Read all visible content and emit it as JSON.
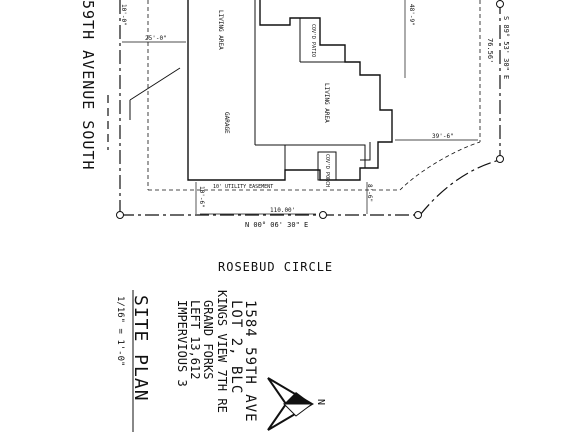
{
  "street_west": "59TH AVENUE SOUTH",
  "street_south": "ROSEBUD CIRCLE",
  "rooms": {
    "living_area_top": "LIVING AREA",
    "living_area_main": "LIVING AREA",
    "garage": "GARAGE",
    "covered_patio": "COV'D PATIO",
    "covered_porch": "COV'D PORCH"
  },
  "dimensions": {
    "top_left": "10'-0\"",
    "setback_left": "25'-0\"",
    "setback_top": "48'-9\"",
    "east_setback": "39'-6\"",
    "utility_easement": "10' UTILITY EASEMENT",
    "easement_depth": "10'-6\"",
    "bottom_length": "110.00'",
    "porch_depth": "8'-6\"",
    "east_bearing": "S 89° 53' 30\" E",
    "east_length": "76.56'",
    "south_bearing": "N 00° 06' 30\" E"
  },
  "title_block": {
    "title": "SITE PLAN",
    "scale": "1/16\" = 1'-0\"",
    "lines": [
      "1584 59TH AVE",
      "LOT 2, BLC",
      "KINGS VIEW 7TH RE",
      "GRAND FORKS",
      "LEFT 13,612",
      "IMPERVIOUS 3"
    ]
  },
  "north_arrow_label": "N",
  "colors": {
    "ink": "#111111",
    "paper": "#ffffff"
  }
}
